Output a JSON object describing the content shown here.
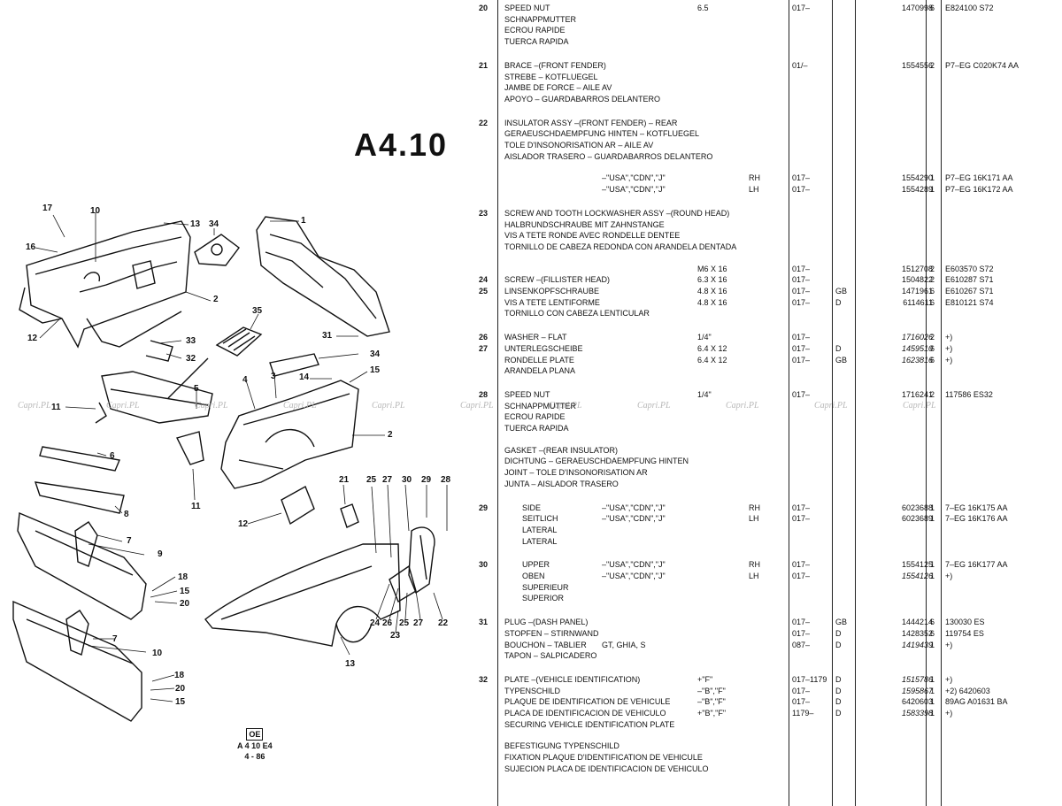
{
  "page_title": "A4.10",
  "diagram": {
    "callouts": [
      "17",
      "16",
      "10",
      "13",
      "34",
      "1",
      "2",
      "12",
      "35",
      "33",
      "32",
      "31",
      "34",
      "15",
      "14",
      "3",
      "4",
      "5",
      "11",
      "2",
      "6",
      "8",
      "7",
      "9",
      "11",
      "12",
      "21",
      "25",
      "27",
      "30",
      "29",
      "28",
      "18",
      "15",
      "20",
      "7",
      "10",
      "18",
      "20",
      "15",
      "24",
      "26",
      "25",
      "27",
      "22",
      "23",
      "13"
    ],
    "ref_box": "OE",
    "ref_line1": "A 4 10 E4",
    "ref_line2": "4 - 86"
  },
  "watermark": "Capri.PL",
  "rows": [
    {
      "ref": "20",
      "desc": "SPEED NUT",
      "spec": "6.5",
      "date": "017–",
      "part": "1470998",
      "qty": "6",
      "finis": "E824100 S72"
    },
    {
      "desc": "SCHNAPPMUTTER"
    },
    {
      "desc": "ECROU RAPIDE"
    },
    {
      "desc": "TUERCA RAPIDA"
    },
    {
      "ref": "21",
      "desc": "BRACE –(FRONT FENDER)",
      "date": "01/–",
      "part": "1554556",
      "qty": "2",
      "finis": "P7–EG C020K74 AA"
    },
    {
      "desc": "STREBE – KOTFLUEGEL"
    },
    {
      "desc": "JAMBE DE FORCE – AILE AV"
    },
    {
      "desc": "APOYO – GUARDABARROS DELANTERO"
    },
    {
      "ref": "22",
      "desc": "INSULATOR ASSY –(FRONT FENDER) – REAR"
    },
    {
      "desc": "GERAEUSCHDAEMPFUNG HINTEN – KOTFLUEGEL"
    },
    {
      "desc": "TOLE D'INSONORISATION AR – AILE AV"
    },
    {
      "desc": "AISLADOR TRASERO – GUARDABARROS DELANTERO"
    },
    {
      "mark": "–\"USA\",\"CDN\",\"J\"",
      "side": "RH",
      "date": "017–",
      "part": "1554290",
      "qty": "1",
      "finis": "P7–EG 16K171 AA"
    },
    {
      "mark": "–\"USA\",\"CDN\",\"J\"",
      "side": "LH",
      "date": "017–",
      "part": "1554289",
      "qty": "1",
      "finis": "P7–EG 16K172 AA"
    },
    {
      "ref": "23",
      "desc": "SCREW AND TOOTH LOCKWASHER ASSY –(ROUND HEAD)"
    },
    {
      "desc": "HALBRUNDSCHRAUBE MIT ZAHNSTANGE"
    },
    {
      "desc": "VIS A TETE RONDE AVEC RONDELLE DENTEE"
    },
    {
      "desc": "TORNILLO DE CABEZA REDONDA CON ARANDELA DENTADA"
    },
    {
      "spec": "M6 X 16",
      "date": "017–",
      "part": "1512708",
      "qty": "2",
      "finis": "E603570 S72"
    },
    {
      "ref": "24",
      "desc": "SCREW –(FILLISTER HEAD)",
      "spec": "6.3 X 16",
      "date": "017–",
      "part": "1504822",
      "qty": "2",
      "finis": "E610287 S71"
    },
    {
      "ref": "25",
      "desc": "LINSENKOPFSCHRAUBE",
      "spec": "4.8 X 16",
      "date": "017–",
      "cat": "GB",
      "part": "1471961",
      "qty": "6",
      "finis": "E610267 S71"
    },
    {
      "desc": "VIS A TETE LENTIFORME",
      "spec": "4.8 X 16",
      "date": "017–",
      "cat": "D",
      "part": "6114611",
      "qty": "6",
      "finis": "E810121 S74"
    },
    {
      "desc": "TORNILLO CON CABEZA LENTICULAR"
    },
    {
      "ref": "26",
      "desc": "WASHER – FLAT",
      "spec": "1/4\"",
      "date": "017–",
      "part": "1716026",
      "qty": "2",
      "finis": "+)",
      "italic": true
    },
    {
      "ref": "27",
      "desc": "UNTERLEGSCHEIBE",
      "spec": "6.4 X 12",
      "date": "017–",
      "cat": "D",
      "part": "1459510",
      "qty": "6",
      "finis": "+)",
      "italic": true
    },
    {
      "desc": "RONDELLE PLATE",
      "spec": "6.4 X 12",
      "date": "017–",
      "cat": "GB",
      "part": "1623816",
      "qty": "6",
      "finis": "+)",
      "italic": true
    },
    {
      "desc": "ARANDELA PLANA"
    },
    {
      "ref": "28",
      "desc": "SPEED NUT",
      "spec": "1/4\"",
      "date": "017–",
      "part": "1716241",
      "qty": "2",
      "finis": "117586 ES32"
    },
    {
      "desc": "SCHNAPPMUTTER"
    },
    {
      "desc": "ECROU RAPIDE"
    },
    {
      "desc": "TUERCA RAPIDA"
    },
    {
      "desc": "GASKET –(REAR INSULATOR)"
    },
    {
      "desc": "DICHTUNG – GERAEUSCHDAEMPFUNG HINTEN"
    },
    {
      "desc": "JOINT – TOLE D'INSONORISATION AR"
    },
    {
      "desc": "JUNTA – AISLADOR TRASERO"
    },
    {
      "ref": "29",
      "desc": "SIDE",
      "sub": true,
      "mark": "–\"USA\",\"CDN\",\"J\"",
      "side": "RH",
      "date": "017–",
      "part": "6023688",
      "qty": "1",
      "finis": "7–EG 16K175 AA"
    },
    {
      "desc": "SEITLICH",
      "sub": true,
      "mark": "–\"USA\",\"CDN\",\"J\"",
      "side": "LH",
      "date": "017–",
      "part": "6023689",
      "qty": "1",
      "finis": "7–EG 16K176 AA"
    },
    {
      "desc": "LATERAL",
      "sub": true
    },
    {
      "desc": "LATERAL",
      "sub": true
    },
    {
      "ref": "30",
      "desc": "UPPER",
      "sub": true,
      "mark": "–\"USA\",\"CDN\",\"J\"",
      "side": "RH",
      "date": "017–",
      "part": "1554125",
      "qty": "1",
      "finis": "7–EG 16K177 AA"
    },
    {
      "desc": "OBEN",
      "sub": true,
      "mark": "–\"USA\",\"CDN\",\"J\"",
      "side": "LH",
      "date": "017–",
      "part": "1554126",
      "qty": "1",
      "finis": "+)",
      "italic": true
    },
    {
      "desc": "SUPERIEUR",
      "sub": true
    },
    {
      "desc": "SUPERIOR",
      "sub": true
    },
    {
      "ref": "31",
      "desc": "PLUG –(DASH PANEL)",
      "date": "017–",
      "cat": "GB",
      "part": "1444214",
      "qty": "6",
      "finis": "130030 ES"
    },
    {
      "desc": "STOPFEN – STIRNWAND",
      "date": "017–",
      "cat": "D",
      "part": "1428352",
      "qty": "6",
      "finis": "119754 ES"
    },
    {
      "desc": "BOUCHON – TABLIER",
      "mark": "GT, GHIA, S",
      "date": "087–",
      "cat": "D",
      "part": "1419439",
      "qty": "1",
      "finis": "+)",
      "italic": true
    },
    {
      "desc": "TAPON – SALPICADERO"
    },
    {
      "ref": "32",
      "desc": "PLATE –(VEHICLE IDENTIFICATION)",
      "spec": "+\"F\"",
      "date": "017–1179",
      "cat": "D",
      "part": "1515786",
      "qty": "1",
      "finis": "+)",
      "italic": true
    },
    {
      "desc": "TYPENSCHILD",
      "spec": "–\"B\",\"F\"",
      "date": "017–",
      "cat": "D",
      "part": "1595867",
      "qty": "1",
      "finis": "+2) 6420603",
      "italic": true
    },
    {
      "desc": "PLAQUE DE IDENTIFICATION DE VEHICULE",
      "spec": "–\"B\",\"F\"",
      "date": "017–",
      "cat": "D",
      "part": "6420603",
      "qty": "1",
      "finis": "89AG A01631 BA"
    },
    {
      "desc": "PLACA DE IDENTIFICACION DE VEHICULO",
      "spec": "+\"B\",\"F\"",
      "date": "1179–",
      "cat": "D",
      "part": "1583398",
      "qty": "1",
      "finis": "+)",
      "italic": true
    },
    {
      "desc": "SECURING VEHICLE IDENTIFICATION PLATE"
    },
    {
      "desc": "BEFESTIGUNG TYPENSCHILD"
    },
    {
      "desc": "FIXATION PLAQUE D'IDENTIFICATION DE VEHICULE"
    },
    {
      "desc": "SUJECION PLACA DE IDENTIFICACION DE VEHICULO"
    }
  ]
}
